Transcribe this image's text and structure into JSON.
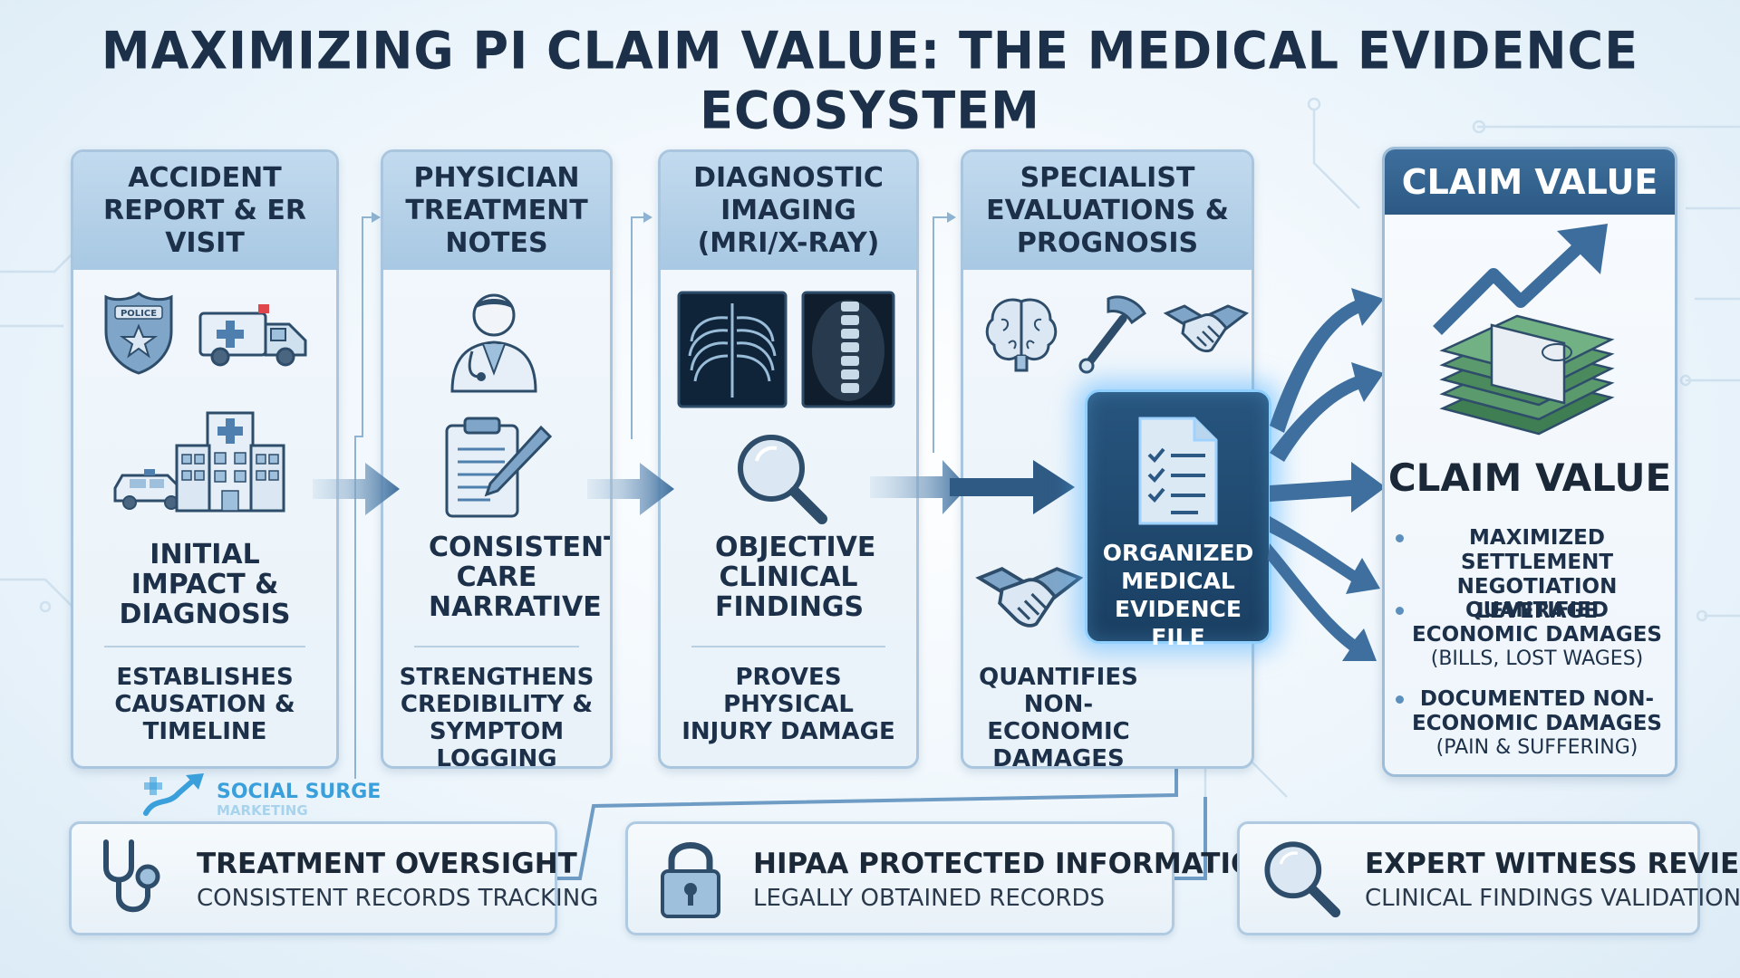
{
  "title": "MAXIMIZING PI CLAIM VALUE: THE MEDICAL EVIDENCE ECOSYSTEM",
  "stages": [
    {
      "heading": "ACCIDENT REPORT & ER VISIT",
      "icons": [
        "police-badge-icon",
        "ambulance-icon",
        "police-car-icon",
        "hospital-icon"
      ],
      "badge_text": "POLICE",
      "label": "INITIAL IMPACT & DIAGNOSIS",
      "outcome": "ESTABLISHES CAUSATION & TIMELINE"
    },
    {
      "heading": "PHYSICIAN TREATMENT NOTES",
      "icons": [
        "doctor-icon",
        "clipboard-pen-icon"
      ],
      "label": "CONSISTENT CARE NARRATIVE",
      "outcome": "STRENGTHENS CREDIBILITY & SYMPTOM LOGGING"
    },
    {
      "heading": "DIAGNOSTIC IMAGING (MRI/X-RAY)",
      "icons": [
        "chest-xray-icon",
        "spine-mri-icon",
        "magnifier-icon"
      ],
      "label": "OBJECTIVE CLINICAL FINDINGS",
      "outcome": "PROVES PHYSICAL INJURY DAMAGE"
    },
    {
      "heading": "SPECIALIST EVALUATIONS & PROGNOSIS",
      "icons": [
        "brain-icon",
        "reflex-hammer-icon",
        "handshake-icon",
        "handshake-icon"
      ],
      "outcome": "QUANTIFIES NON-ECONOMIC DAMAGES"
    }
  ],
  "center": {
    "label": "ORGANIZED MEDICAL EVIDENCE FILE",
    "icon": "checklist-document-icon"
  },
  "claim": {
    "heading": "CLAIM VALUE",
    "subheading": "CLAIM VALUE",
    "icons": [
      "trend-arrow-icon",
      "money-stack-icon"
    ],
    "bullets": [
      {
        "title": "MAXIMIZED SETTLEMENT NEGOTIATION LEVERAGE",
        "sub": ""
      },
      {
        "title": "QUANTIFIED ECONOMIC DAMAGES",
        "sub": "(BILLS, LOST WAGES)"
      },
      {
        "title": "DOCUMENTED NON-ECONOMIC DAMAGES",
        "sub": "(PAIN & SUFFERING)"
      }
    ]
  },
  "bottom": [
    {
      "title": "TREATMENT OVERSIGHT",
      "sub": "CONSISTENT RECORDS TRACKING",
      "icon": "stethoscope-icon"
    },
    {
      "title": "HIPAA PROTECTED INFORMATION",
      "sub": "LEGALLY OBTAINED RECORDS",
      "icon": "padlock-icon"
    },
    {
      "title": "EXPERT WITNESS REVIEW",
      "sub": "CLINICAL FINDINGS VALIDATION",
      "icon": "magnifier-icon"
    }
  ],
  "logo": {
    "name": "SOCIAL SURGE",
    "sub": "MARKETING"
  },
  "colors": {
    "heading_band": "#a8c8e3",
    "accent_dark": "#2c5984",
    "arrow": "#3f6f9e",
    "glow": "#8fd0ff",
    "money": "#4a8a5c"
  }
}
